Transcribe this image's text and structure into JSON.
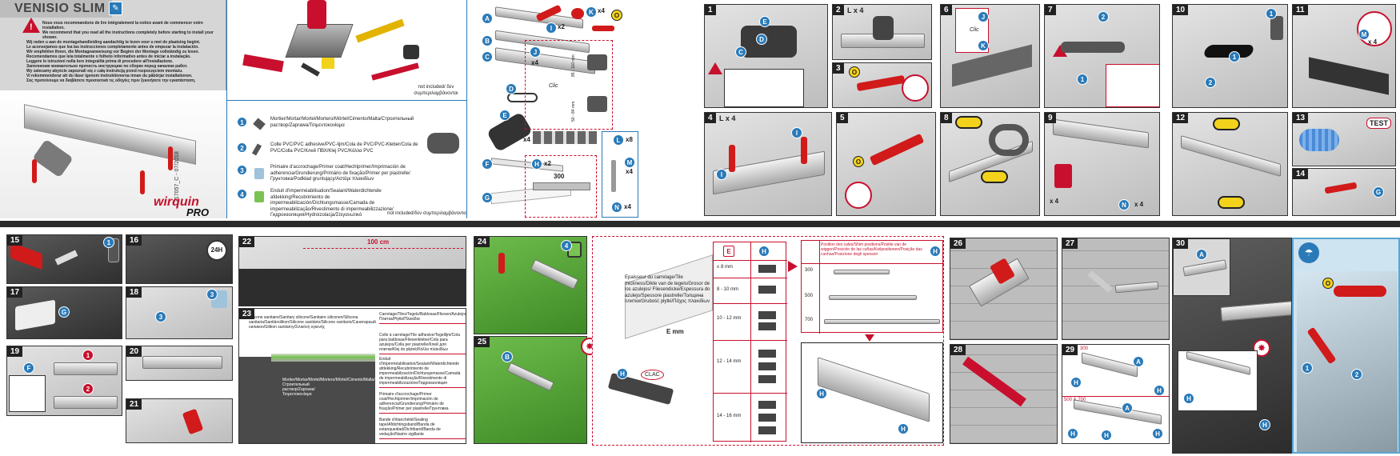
{
  "brand": {
    "product": "VENISIO SLIM",
    "logo_main": "wirquin",
    "logo_sub": "PRO",
    "ref": "217057_C - 07/2018"
  },
  "warnings": [
    "Nous vous recommandons de lire intégralement la notice avant de commencer votre installation.",
    "We recommend that you read all the instructions completely before starting to install your shower.",
    "Wij raden u aan de montagehandleiding aandachtig te lezen voor u met de plaatsing begint.",
    "Le aconsejamos que lea las instrucciones completamente antes de empezar la instalación.",
    "Wir empfehlen Ihnen, die Montageanweisung vor Beginn der Montage vollständig zu lesen.",
    "Recomendamos que leia totalmente o folheto informativo antes de iniciar a instalação.",
    "Leggere le istruzioni nella loro integralità prima di procedere all'installazione.",
    "Заполнение внимательно прочесть инструкцию по сборке перед началом работ.",
    "Wy zalecamy abyście zapoznali się z całą instrukcją przed rozpoczęciem montażu.",
    "Vi rekommenderar att du läser igenom instruktionerna innan du påbörjar installationen.",
    "Σας προτείνουμε να διαβάσετε προσεκτικά τις οδηγίες πριν ξεκινήσετε την εγκατάσταση."
  ],
  "tools_note": "not included/ δεν συμπεριλαμβάνονται",
  "materials": [
    {
      "icon": "trowel-icon",
      "text": "Mortier/Mortar/Mortel/Mortero/Mörtel/Cimento/Malta/Строительный раствор/Zaprawa/Τσιμεντοκονίαμα"
    },
    {
      "icon": "brush-icon",
      "text": "Colle PVC/PVC adhesive/PVC-lijm/Cola de PVC/PVC-Kleber/Cola de PVC/Colla PVC/Клей ПВХ/Klej PVC/Κόλλα PVC"
    },
    {
      "icon": "primer-can-icon",
      "text": "Primaire d'accrochage/Primer coat/Hechtprimer/Imprimación de adherencia/Grundierung/Primário de fixação/Primer per piastrelle/Грунтовка/Podkład gruntujący/Αστάρι πλακιδίων"
    },
    {
      "icon": "sealant-bucket-icon",
      "text": "Enduit d'imperméabilisation/Sealant/Waterdichtende afdekking/Recubrimiento de impermeabilización/Dichtungsmasse/Camada de impermeabilização/Rivestimento di impermeabilizzazione/Гидроизоляция/Hydroizolacja/Στεγανωτικό"
    }
  ],
  "materials_note": "not included/δεν συμπεριλαμβάνονται",
  "parts": {
    "labels": [
      "A",
      "B",
      "C",
      "D",
      "E",
      "F",
      "G"
    ],
    "hardware": [
      {
        "id": "I",
        "qty": "x2"
      },
      {
        "id": "K",
        "qty": "x4"
      },
      {
        "id": "O",
        "qty": ""
      },
      {
        "id": "J",
        "qty": "x4"
      },
      {
        "id": "H",
        "qty": "x2"
      },
      {
        "id": "L",
        "qty": "x8"
      },
      {
        "id": "M",
        "qty": "x4"
      },
      {
        "id": "N",
        "qty": "x4"
      }
    ],
    "clic": "Clic",
    "dim_height_1": "85 - 110 mm",
    "dim_height_2": "50 - 84 mm",
    "strip_length": "300",
    "l_qty": "x8"
  },
  "steps_top": [
    {
      "n": "1",
      "note": ""
    },
    {
      "n": "2",
      "note": "L x 4"
    },
    {
      "n": "3",
      "note": ""
    },
    {
      "n": "4",
      "note": "L x 4"
    },
    {
      "n": "5",
      "note": ""
    },
    {
      "n": "6",
      "note": ""
    },
    {
      "n": "7",
      "note": ""
    },
    {
      "n": "8",
      "note": ""
    },
    {
      "n": "9",
      "note": "x 4"
    },
    {
      "n": "10",
      "note": ""
    },
    {
      "n": "11",
      "note": "x 4"
    },
    {
      "n": "12",
      "note": ""
    },
    {
      "n": "13",
      "note": "TEST"
    },
    {
      "n": "14",
      "note": ""
    }
  ],
  "steps_bottom": [
    {
      "n": "15"
    },
    {
      "n": "16",
      "note": "24H"
    },
    {
      "n": "17"
    },
    {
      "n": "18"
    },
    {
      "n": "19"
    },
    {
      "n": "20"
    },
    {
      "n": "21"
    },
    {
      "n": "22",
      "note": "100 cm"
    },
    {
      "n": "23"
    },
    {
      "n": "24"
    },
    {
      "n": "25"
    },
    {
      "n": "26"
    },
    {
      "n": "27"
    },
    {
      "n": "28"
    },
    {
      "n": "29",
      "note": "300"
    },
    {
      "n": "30"
    }
  ],
  "step23_left": "Mortier/Mortar/Mortel/Mortero/Mörtel/Cimento/Malta/Строительный раствор/Zaprawa/Τσιμεντοκονίαμα",
  "step23_top": "Silicone sanitaire/Sanitary silicone/Sanitaire siliconen/Silicona sanitaria/Sanitärsilikon/Silicone sanitário/Silicone sanitario/Санитарный силикон/Silikon sanitarny/Σιλικόνη υγιεινής",
  "step23_labels": [
    "Carrelage/Tiles/Tegels/Baldosas/Fliesen/Azulejos/Piastrelle/Плитка/Płytki/Πλακίδια",
    "Colle à carrelage/Tile adhesive/Tegellijm/Cola para baldosas/Fliesenkleber/Cola para azulejos/Colla per piastrelle/Клей для плитки/Klej do płytek/Κόλλα πλακιδίων",
    "Enduit d'imperméabilisation/Sealant/Waterdichtende afdekking/Recubrimiento de impermeabilización/Dichtungsmasse/Camada de impermeabilização/Rivestimento di impermeabilizzazione/Гидроизоляция",
    "Primaire d'accrochage/Primer coat/Hechtprimer/Imprimación de adherencia/Grundierung/Primário de fixação/Primer per piastrelle/Грунтовка",
    "Bande d'étanchéité/Sealing tape/Afdichtingsband/Banda de estanqueidad/Dichtband/Banda de vedação/Nastro sigillante"
  ],
  "tile_thickness": {
    "title": "Epaisseur du carrelage/Tile thickness/Dikte van de tegels/Grosor de los azulejos/ Fliesendicke/Espessura do azulejo/Spessore piastrelle/Толщина плитки/Grubość płytki/Πάχος πλακιδίων",
    "e_label": "E mm",
    "clac": "CLAC",
    "ranges": [
      "≤ 8 mm",
      "8 - 10 mm",
      "10 - 12 mm",
      "12 - 14 mm",
      "14 - 16 mm"
    ],
    "header_e": "E",
    "header_h": "H"
  },
  "spacing": {
    "header": "Position des cales/Shim positions/Positie van de wiggen/Posición de las cuñas/Keilpositionen/Posição das cunhas/Posizione degli spessori",
    "lengths": [
      "300",
      "500",
      "700"
    ]
  },
  "step29_labels": {
    "top": "300",
    "bottom": "500 & 700"
  }
}
